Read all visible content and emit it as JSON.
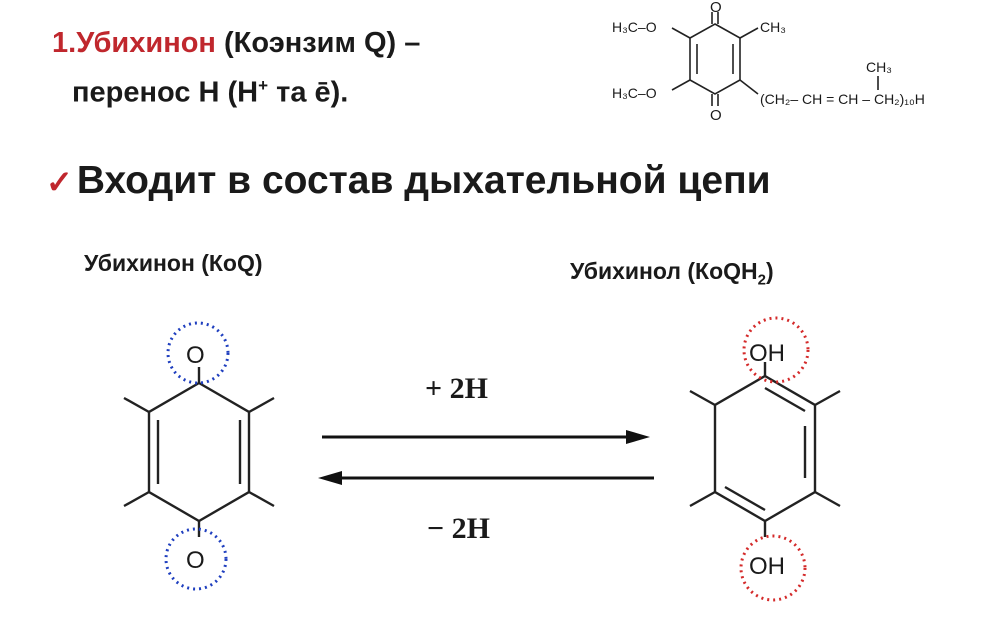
{
  "header": {
    "title_number": "1.",
    "title_red": "Убихинон",
    "title_rest": " (Коэнзим Q) –",
    "sub_prefix": "перенос Н (Н",
    "sub_sup": "+",
    "sub_suffix": " та ē)."
  },
  "bullet": {
    "check": "✓",
    "text": "Входит в состав дыхательной цепи"
  },
  "structure": {
    "methoxy_top": "H₃C–O",
    "methoxy_bottom": "H₃C–O",
    "oxygen": "O",
    "methyl": "CH₃",
    "chain_methyl": "CH₃",
    "chain": "(CH₂– CH = CH – CH₂)₁₀H"
  },
  "reaction": {
    "left_label": "Убихинон (КоQ)",
    "right_label_main": "Убихинол (КоQH",
    "right_label_sub": "2",
    "right_label_close": ")",
    "forward": "+ 2H",
    "reverse": "− 2H",
    "oxygen": "O",
    "hydroxyl": "OH"
  },
  "colors": {
    "accent_red": "#c0272d",
    "circle_blue": "#1f3fbf",
    "circle_red": "#d42a2a"
  }
}
